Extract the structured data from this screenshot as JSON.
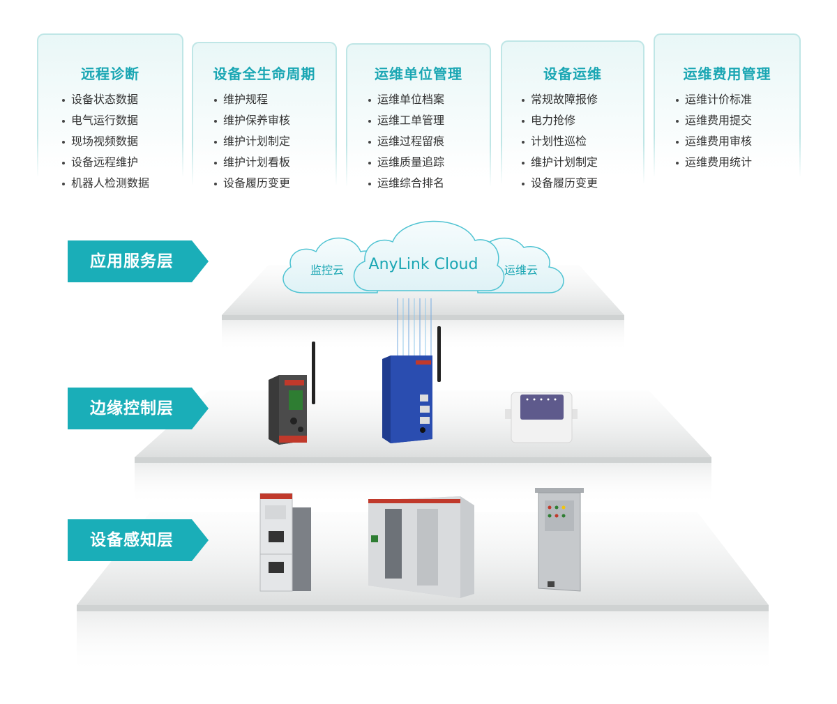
{
  "cards": [
    {
      "title": "远程诊断",
      "items": [
        "设备状态数据",
        "电气运行数据",
        "现场视频数据",
        "设备远程维护",
        "机器人检测数据"
      ]
    },
    {
      "title": "设备全生命周期",
      "items": [
        "维护规程",
        "维护保养审核",
        "维护计划制定",
        "维护计划看板",
        "设备履历变更"
      ]
    },
    {
      "title": "运维单位管理",
      "items": [
        "运维单位档案",
        "运维工单管理",
        "运维过程留痕",
        "运维质量追踪",
        "运维综合排名"
      ]
    },
    {
      "title": "设备运维",
      "items": [
        "常规故障报修",
        "电力抢修",
        "计划性巡检",
        "维护计划制定",
        "设备履历变更"
      ]
    },
    {
      "title": "运维费用管理",
      "items": [
        "运维计价标准",
        "运维费用提交",
        "运维费用审核",
        "运维费用统计"
      ]
    }
  ],
  "layers": {
    "application": "应用服务层",
    "edge": "边缘控制层",
    "perception": "设备感知层"
  },
  "cloud": {
    "main": "AnyLink Cloud",
    "left": "监控云",
    "right": "运维云"
  },
  "colors": {
    "accent": "#1aaeb8",
    "card_title": "#1aa6b3",
    "card_border": "#bfe6e6"
  }
}
